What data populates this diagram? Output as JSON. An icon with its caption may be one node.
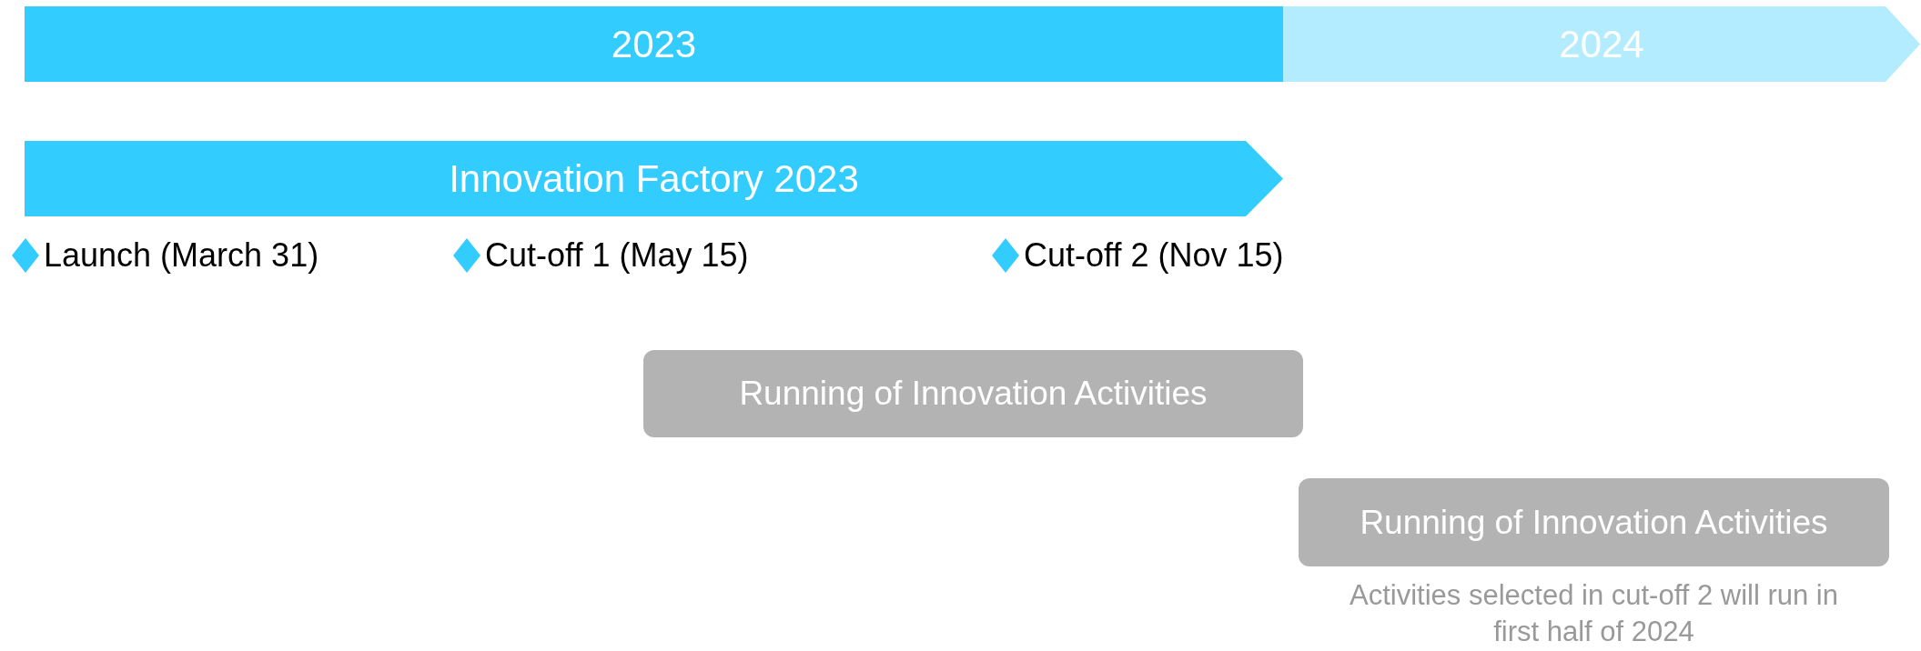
{
  "diagram": {
    "nodes": [
      {
        "text": [
          "2023"
        ]
      },
      {
        "text": [
          "2024"
        ]
      },
      {
        "text": [
          "Innovation Factory 2023"
        ]
      },
      {
        "text": [],
        "shape": "diamond",
        "beside": [
          "Launch (March 31)"
        ]
      },
      {
        "text": [],
        "shape": "diamond",
        "beside": [
          "Cut-off 1 (May 15)"
        ]
      },
      {
        "text": [],
        "shape": "diamond",
        "beside": [
          "Cut-off 2 (Nov 15)"
        ]
      },
      {
        "text": [
          "Running of Innovation Activities"
        ]
      },
      {
        "text": [
          "Running of Innovation Activities"
        ],
        "beside": [
          "Activities selected in cut-off 2 will run in first half of 2024"
        ]
      }
    ]
  }
}
